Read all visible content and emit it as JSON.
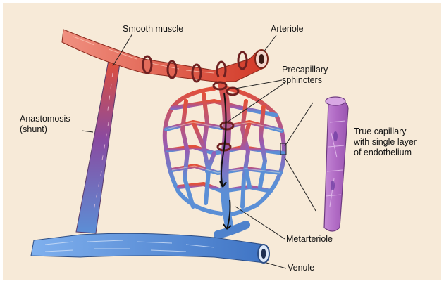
{
  "labels": {
    "smooth_muscle": "Smooth muscle",
    "arteriole": "Arteriole",
    "precapillary_sphincters": "Precapillary\nsphincters",
    "anastomosis": "Anastomosis\n(shunt)",
    "true_capillary": "True capillary\nwith single layer\nof endothelium",
    "metarteriole": "Metarteriole",
    "venule": "Venule"
  },
  "colors": {
    "background": "#f7ead8",
    "arterial": "#e0503a",
    "venous": "#5b8fd6",
    "mixed": "#8a5aa8",
    "sphincter": "#7a2b2b",
    "capillary_wall": "#b67ac8"
  }
}
